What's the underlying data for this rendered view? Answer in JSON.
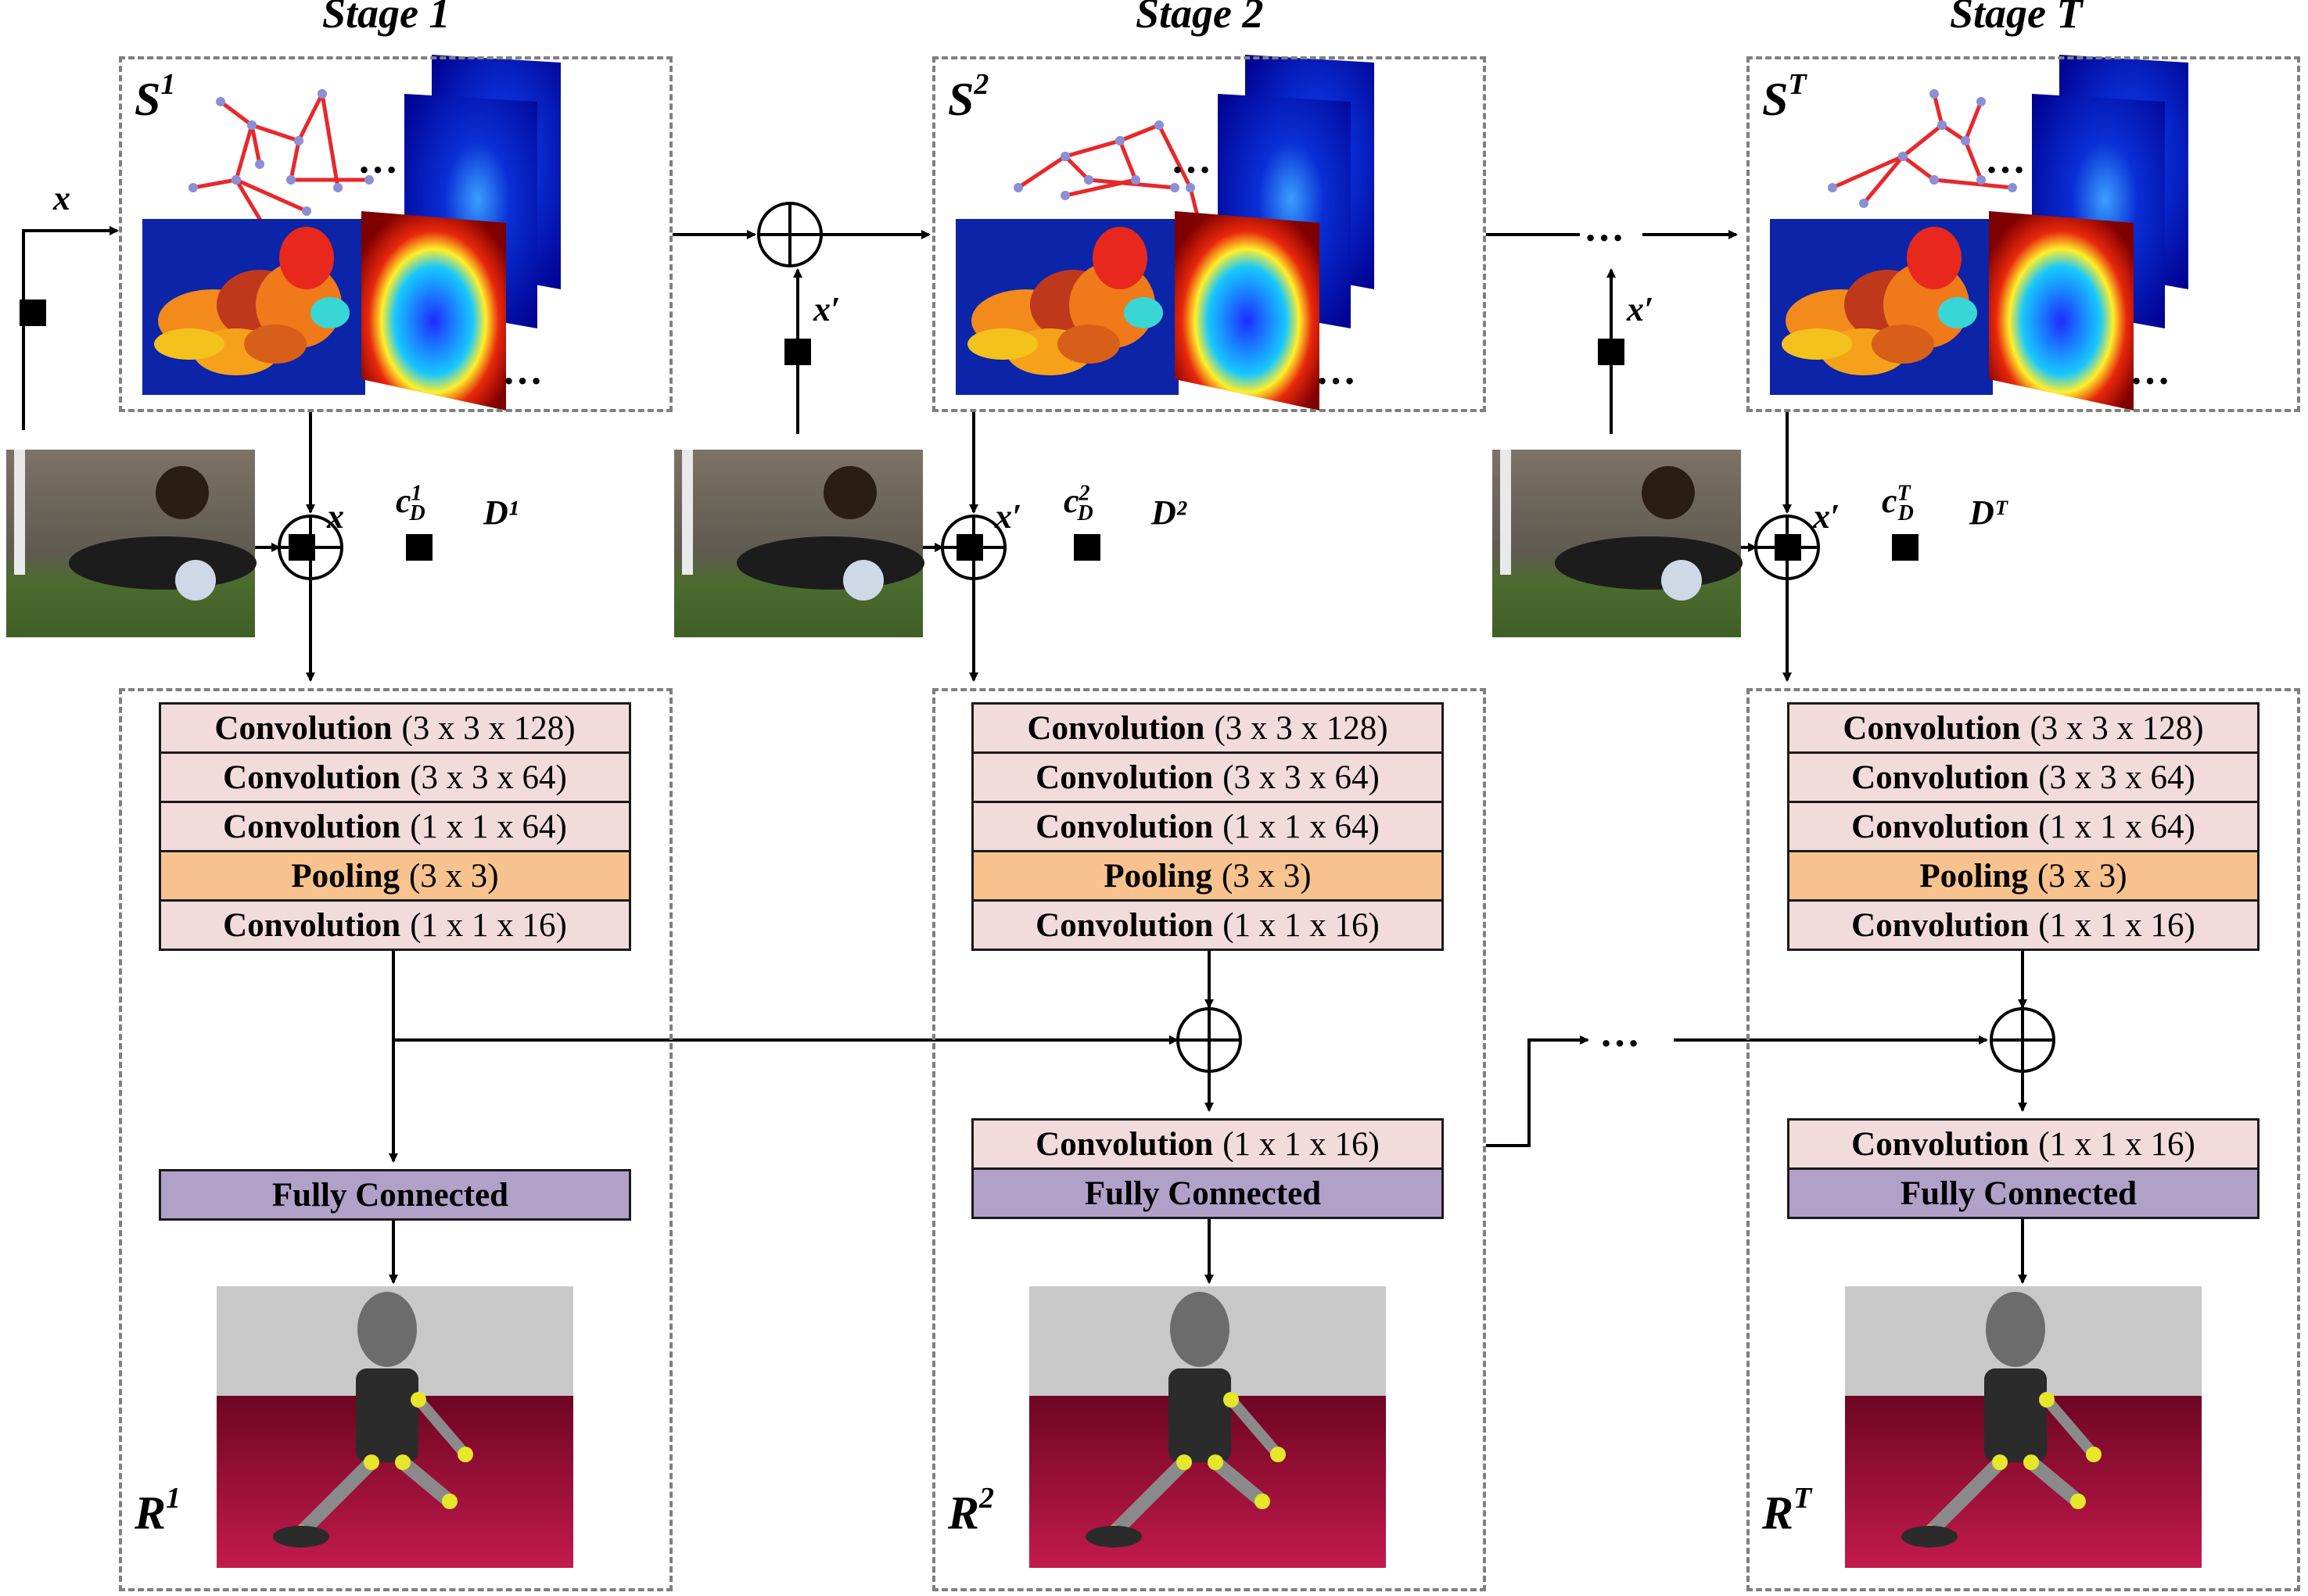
{
  "stages": [
    {
      "title": "Stage 1",
      "state_label": "S",
      "state_sup": "1",
      "input_label": "x",
      "descriptor_label": "c",
      "descriptor_sup": "1",
      "descriptor_sub": "D",
      "d_label": "D¹",
      "layers": [
        {
          "name": "Convolution",
          "spec": "(3 x 3 x 128)"
        },
        {
          "name": "Convolution",
          "spec": "(3 x 3 x 64)"
        },
        {
          "name": "Convolution",
          "spec": "(1 x 1 x 64)"
        },
        {
          "name": "Pooling",
          "spec": "(3 x 3)"
        },
        {
          "name": "Convolution",
          "spec": "(1 x 1 x 16)"
        }
      ],
      "fc_label": "Fully Connected",
      "render_label": "R",
      "render_sup": "1"
    },
    {
      "title": "Stage 2",
      "state_label": "S",
      "state_sup": "2",
      "input_label": "x′",
      "descriptor_label": "c",
      "descriptor_sup": "2",
      "descriptor_sub": "D",
      "d_label": "D²",
      "layers": [
        {
          "name": "Convolution",
          "spec": "(3 x 3 x 128)"
        },
        {
          "name": "Convolution",
          "spec": "(3 x 3 x 64)"
        },
        {
          "name": "Convolution",
          "spec": "(1 x 1 x 64)"
        },
        {
          "name": "Pooling",
          "spec": "(3 x 3)"
        },
        {
          "name": "Convolution",
          "spec": "(1 x 1 x 16)"
        }
      ],
      "extra_conv": {
        "name": "Convolution",
        "spec": "(1 x 1 x 16)"
      },
      "fc_label": "Fully Connected",
      "render_label": "R",
      "render_sup": "2"
    },
    {
      "title": "Stage T",
      "state_label": "S",
      "state_sup": "T",
      "input_label": "x′",
      "descriptor_label": "c",
      "descriptor_sup": "T",
      "descriptor_sub": "D",
      "d_label": "Dᵀ",
      "layers": [
        {
          "name": "Convolution",
          "spec": "(3 x 3 x 128)"
        },
        {
          "name": "Convolution",
          "spec": "(3 x 3 x 64)"
        },
        {
          "name": "Convolution",
          "spec": "(1 x 1 x 64)"
        },
        {
          "name": "Pooling",
          "spec": "(3 x 3)"
        },
        {
          "name": "Convolution",
          "spec": "(1 x 1 x 16)"
        }
      ],
      "extra_conv": {
        "name": "Convolution",
        "spec": "(1 x 1 x 16)"
      },
      "fc_label": "Fully Connected",
      "render_label": "R",
      "render_sup": "T"
    }
  ],
  "top_input_label": "x",
  "feedback_label": "x′",
  "ellipsis": "…",
  "colors": {
    "table_conv": "#f2dcdb",
    "table_pool": "#f8c28e",
    "table_fc": "#b1a0c7",
    "region_border": "#7f7f7f",
    "skeleton": "#e8282b",
    "heatmap_blue": "#00008f",
    "heatmap_red": "#7f0000",
    "render_floor": "#a8103f",
    "render_wall": "#c8c8c8",
    "joint": "#e6e62a"
  }
}
